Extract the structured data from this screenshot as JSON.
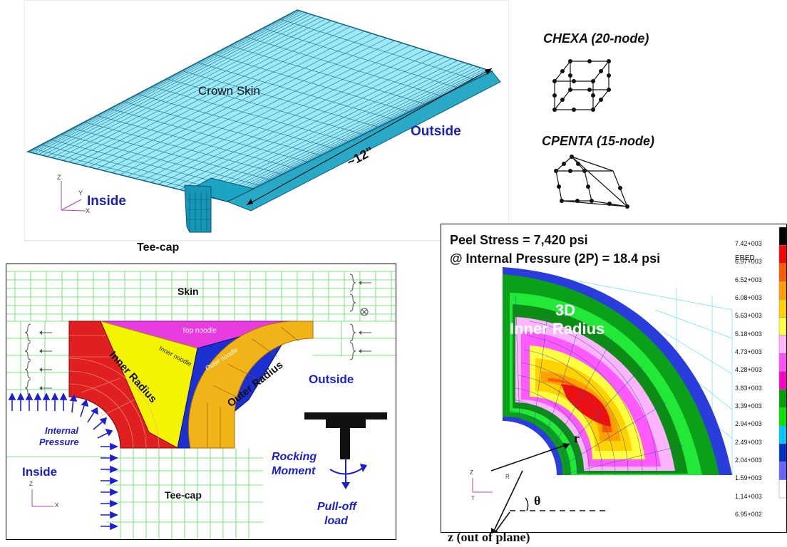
{
  "top_panel": {
    "crown_skin": "Crown Skin",
    "outside": "Outside",
    "inside": "Inside",
    "dimension": "~12\"",
    "tee_cap": "Tee-cap",
    "axis_z": "Z",
    "axis_y": "Y",
    "axis_x": "X"
  },
  "element_types": [
    {
      "label": "CHEXA (20-node)"
    },
    {
      "label": "CPENTA (15-node)"
    }
  ],
  "section_panel": {
    "skin": "Skin",
    "top_noodle": "Top noodle",
    "inner_noodle": "Inner noodle",
    "outer_noodle": "Outer noodle",
    "inner_radius": "Inner Radius",
    "outer_radius": "Outer Radius",
    "outside": "Outside",
    "internal_pressure_1": "Internal",
    "internal_pressure_2": "Pressure",
    "inside": "Inside",
    "tee_cap": "Tee-cap",
    "rocking_1": "Rocking",
    "rocking_2": "Moment",
    "pulloff_1": "Pull-off",
    "pulloff_2": "load",
    "axis_z": "Z",
    "axis_x": "X"
  },
  "stress_panel": {
    "title_1": "Peel Stress = 7,420 psi",
    "title_2": "@ Internal Pressure (2P) = 18.4 psi",
    "label_1": "3D",
    "label_2": "Inner Radius",
    "legend_header": "ERED",
    "r_label": "r",
    "theta_label": "θ",
    "z_label": "z (out of plane)",
    "axis_z": "Z",
    "axis_r": "R",
    "axis_t": "T",
    "legend": [
      {
        "value": "7.42+003",
        "color": "#000000"
      },
      {
        "value": "6.97+003",
        "color": "#ff0000"
      },
      {
        "value": "6.52+003",
        "color": "#ff5a00"
      },
      {
        "value": "6.08+003",
        "color": "#ffa000"
      },
      {
        "value": "5.63+003",
        "color": "#ffd200"
      },
      {
        "value": "5.18+003",
        "color": "#ffff40"
      },
      {
        "value": "4.73+003",
        "color": "#ffb4ff"
      },
      {
        "value": "4.28+003",
        "color": "#ff50ff"
      },
      {
        "value": "3.83+003",
        "color": "#ff00c8"
      },
      {
        "value": "3.39+003",
        "color": "#00a000"
      },
      {
        "value": "2.94+003",
        "color": "#00e800"
      },
      {
        "value": "2.49+003",
        "color": "#00c8ff"
      },
      {
        "value": "2.04+003",
        "color": "#0032c8"
      },
      {
        "value": "1.59+003",
        "color": "#6464ff"
      },
      {
        "value": "1.14+003",
        "color": "#ffffff"
      },
      {
        "value": "6.95+002",
        "color": "#ffffff"
      }
    ]
  }
}
